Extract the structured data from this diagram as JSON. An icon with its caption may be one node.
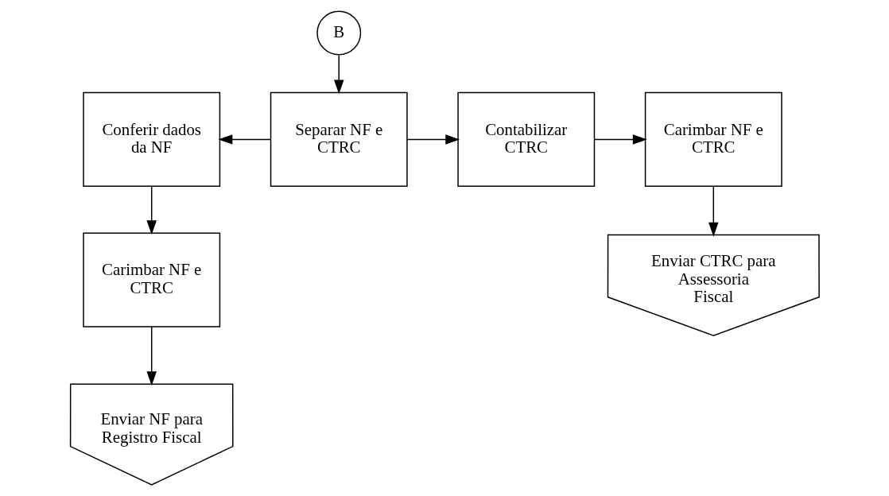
{
  "diagram": {
    "nodes": [
      {
        "text": [
          "B"
        ]
      },
      {
        "text": [
          "Separar NF e CTRC"
        ]
      },
      {
        "text": [
          "Conferir dados da NF"
        ]
      },
      {
        "text": [
          "Contabilizar CTRC"
        ]
      },
      {
        "text": [
          "Carimbar NF e CTRC"
        ]
      },
      {
        "text": [
          "Carimbar NF e CTRC"
        ]
      },
      {
        "text": [
          "Enviar NF para Registro Fiscal"
        ]
      },
      {
        "text": [
          "Enviar CTRC para Assessoria Fiscal"
        ]
      }
    ],
    "edges": [
      {
        "from": 0,
        "to": 1,
        "arrow": "to"
      },
      {
        "from": 1,
        "to": 2,
        "arrow": "to"
      },
      {
        "from": 1,
        "to": 3,
        "arrow": "to"
      },
      {
        "from": 3,
        "to": 5,
        "arrow": "to"
      },
      {
        "from": 2,
        "to": 4,
        "arrow": "to"
      },
      {
        "from": 4,
        "to": 6,
        "arrow": "to"
      },
      {
        "from": 5,
        "to": 7,
        "arrow": "to"
      }
    ]
  }
}
